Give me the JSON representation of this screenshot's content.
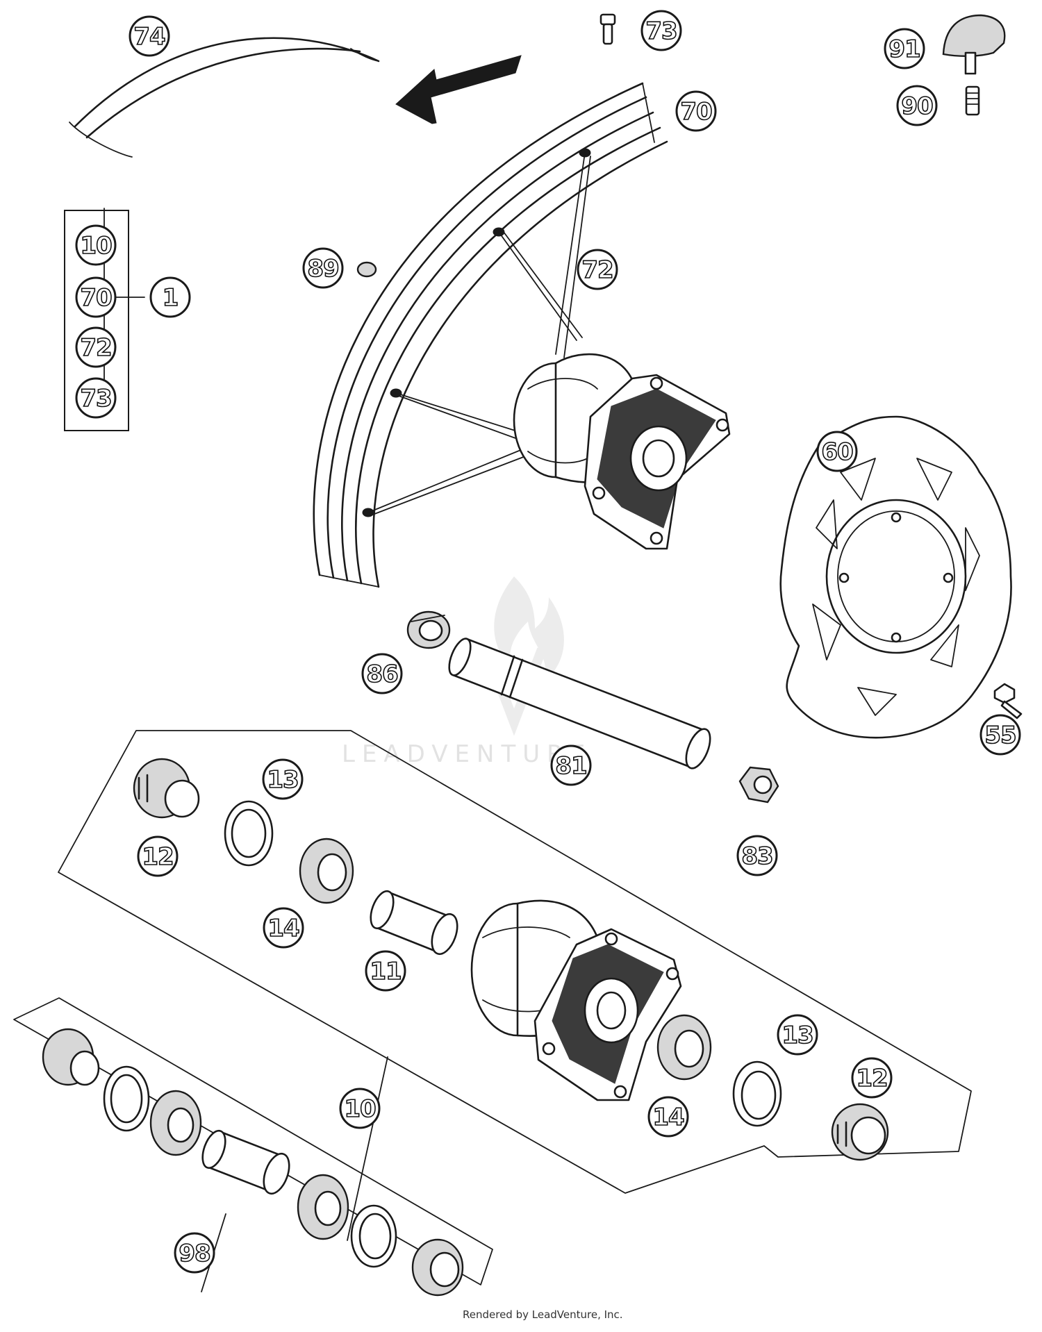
{
  "diagram": {
    "callouts": {
      "c74": "74",
      "c73_top": "73",
      "c91": "91",
      "c90": "90",
      "c70": "70",
      "kit_10": "10",
      "kit_70": "70",
      "kit_72": "72",
      "kit_73": "73",
      "c1": "1",
      "c89": "89",
      "c72": "72",
      "c60": "60",
      "c86": "86",
      "c81": "81",
      "c55": "55",
      "c13_a": "13",
      "c12_a": "12",
      "c83": "83",
      "c14_a": "14",
      "c11": "11",
      "c13_b": "13",
      "c12_b": "12",
      "c14_b": "14",
      "c10": "10",
      "c98": "98"
    },
    "watermark": "LEADVENTURE",
    "footer": "Rendered by LeadVenture, Inc."
  },
  "colors": {
    "line": "#1a1a1a",
    "shade": "#d7d7d7",
    "watermark": "#e2e2e2",
    "background": "#ffffff"
  }
}
